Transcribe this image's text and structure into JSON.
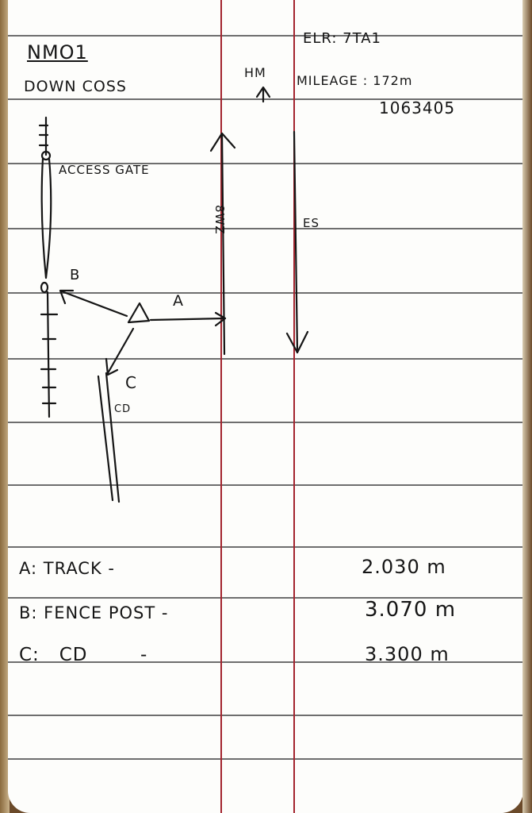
{
  "header": {
    "site_id": "NMO1",
    "location": "DOWN COSS",
    "elr": "ELR: 7TA1",
    "direction_label": "HM",
    "mileage": "MILEAGE : 172m",
    "reference_number": "1063405"
  },
  "sketch": {
    "gate_label": "ACCESS GATE",
    "track_label_left": "8WZ",
    "track_label_right": "ES",
    "point_a": "A",
    "point_b": "B",
    "point_c": "C",
    "cd_label": "CD"
  },
  "measurements": [
    {
      "label": "A: TRACK -",
      "value": "2.030 m"
    },
    {
      "label": "B: FENCE POST -",
      "value": "3.070 m"
    },
    {
      "label": "C:   CD        -",
      "value": "3.300 m"
    }
  ],
  "colors": {
    "paper": "#fdfdfb",
    "rule_line": "#6e6e6e",
    "margin_line": "#a3242e",
    "ink": "#151515",
    "binding": "#6b4a2a"
  }
}
